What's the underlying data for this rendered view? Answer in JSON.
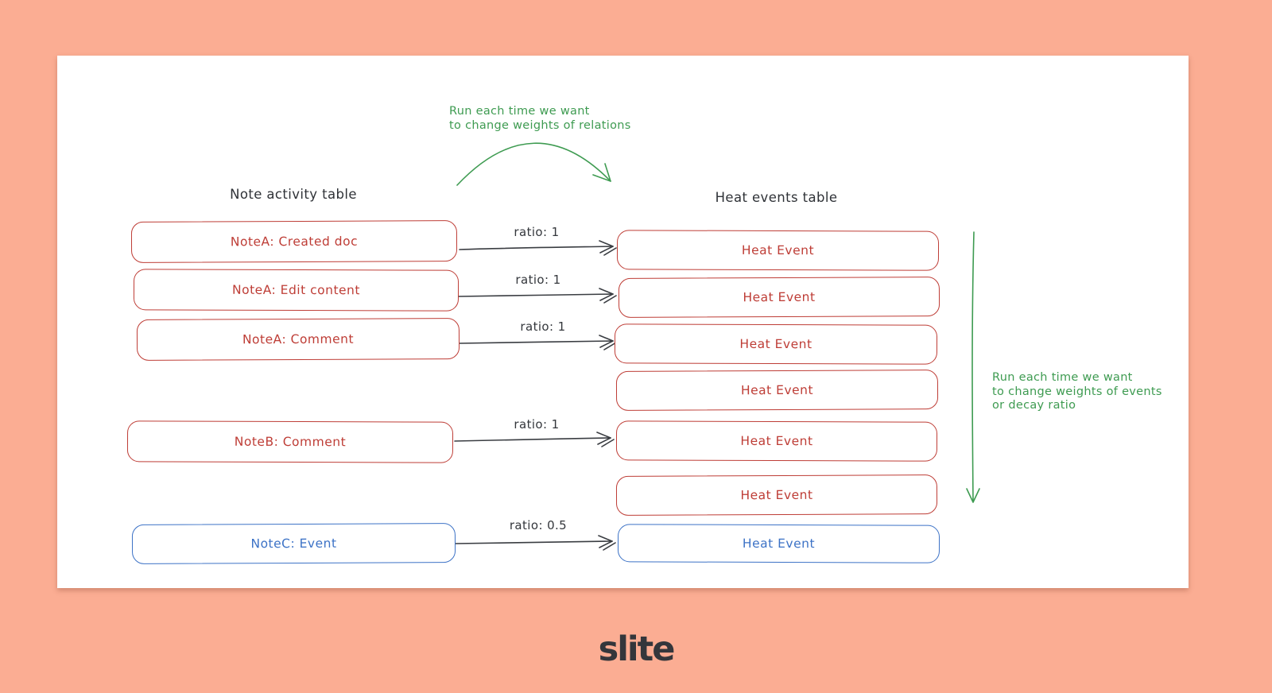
{
  "page": {
    "brand": "slite",
    "background_color": "#FBAD93",
    "card_background": "#FFFFFF"
  },
  "colors": {
    "red": "#BE3D36",
    "blue": "#3C72C6",
    "green": "#3E9B51",
    "ink": "#34373C"
  },
  "diagram": {
    "left_table": {
      "title": "Note activity table",
      "rows": [
        {
          "label": "NoteA: Created doc",
          "color": "red"
        },
        {
          "label": "NoteA: Edit content",
          "color": "red"
        },
        {
          "label": "NoteA: Comment",
          "color": "red"
        },
        {
          "label": "NoteB: Comment",
          "color": "red"
        },
        {
          "label": "NoteC: Event",
          "color": "blue"
        }
      ]
    },
    "right_table": {
      "title": "Heat events table",
      "rows": [
        {
          "label": "Heat Event",
          "color": "red"
        },
        {
          "label": "Heat Event",
          "color": "red"
        },
        {
          "label": "Heat Event",
          "color": "red"
        },
        {
          "label": "Heat Event",
          "color": "red"
        },
        {
          "label": "Heat Event",
          "color": "red"
        },
        {
          "label": "Heat Event",
          "color": "red"
        },
        {
          "label": "Heat Event",
          "color": "blue"
        }
      ]
    },
    "arrows": [
      {
        "label": "ratio: 1",
        "from": "NoteA: Created doc",
        "to": "Heat Event 1"
      },
      {
        "label": "ratio: 1",
        "from": "NoteA: Edit content",
        "to": "Heat Event 2"
      },
      {
        "label": "ratio: 1",
        "from": "NoteA: Comment",
        "to": "Heat Event 3"
      },
      {
        "label": "ratio: 1",
        "from": "NoteB: Comment",
        "to": "Heat Event 5"
      },
      {
        "label": "ratio: 0.5",
        "from": "NoteC: Event",
        "to": "Heat Event 7"
      }
    ],
    "annotations": {
      "top": {
        "lines": [
          "Run each time we want",
          "to change weights of relations"
        ]
      },
      "right": {
        "lines": [
          "Run each time we want",
          "to change weights of events",
          "or decay ratio"
        ]
      }
    }
  }
}
